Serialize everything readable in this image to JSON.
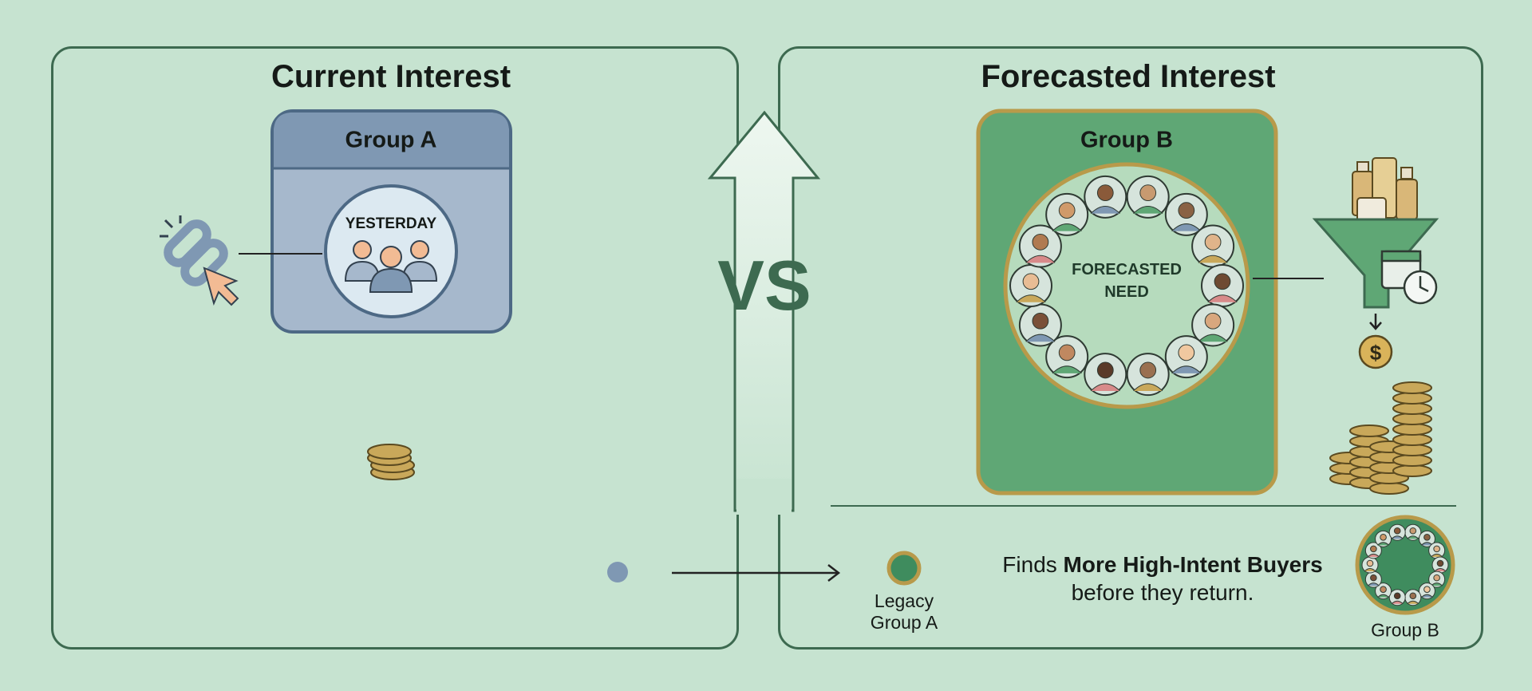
{
  "left_panel": {
    "title": "Current Interest",
    "group_label": "Group A",
    "circle_label": "YESTERDAY"
  },
  "center": {
    "vs_label": "VS"
  },
  "right_panel": {
    "title": "Forecasted Interest",
    "group_label": "Group B",
    "circle_label_line1": "FORECASTED",
    "circle_label_line2": "NEED"
  },
  "footer": {
    "legacy_label_line1": "Legacy",
    "legacy_label_line2": "Group A",
    "message_prefix": "Finds ",
    "message_bold": "More High-Intent Buyers",
    "message_line2": "before they return.",
    "group_b_label": "Group B"
  },
  "colors": {
    "background": "#c6e3d0",
    "panel_border": "#3d6a50",
    "group_a": "#7f98b3",
    "group_b": "#5fa775",
    "gold": "#b89a4a",
    "accent_orange": "#f2bb94"
  },
  "avatar_skin_tones": [
    "#c89a70",
    "#8a6244",
    "#e0b48a",
    "#6e4a32",
    "#d8a77e",
    "#f0c8a0",
    "#9a7050",
    "#5a3a28",
    "#c08860",
    "#7a5038",
    "#e8bc94",
    "#b07a50",
    "#d09a6a",
    "#8a5a3a"
  ]
}
